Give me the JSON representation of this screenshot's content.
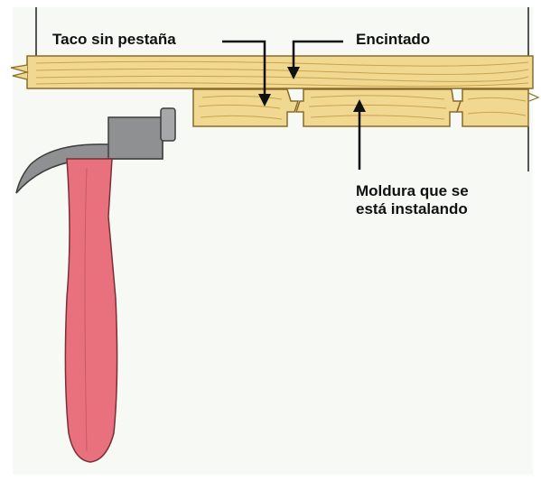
{
  "labels": {
    "taco": "Taco sin pestaña",
    "encintado": "Encintado",
    "moldura_line1": "Moldura que se",
    "moldura_line2": "está instalando"
  },
  "colors": {
    "background": "#f7f9f4",
    "wood": "#f1d890",
    "wood_grain": "#c9a24e",
    "hammer_head": "#8f9092",
    "hammer_handle": "#e9717e",
    "text": "#111111"
  },
  "icons": {
    "hammer": "hammer-icon",
    "arrow": "arrow-down-icon"
  }
}
